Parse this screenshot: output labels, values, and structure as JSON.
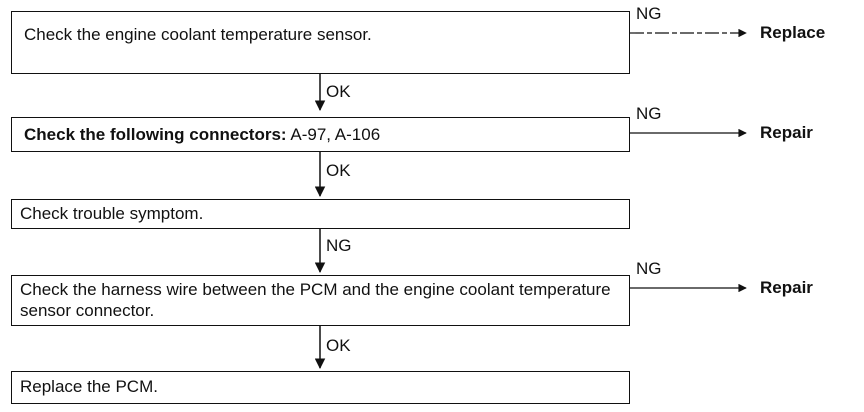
{
  "steps": [
    {
      "text": "Check the engine coolant temperature sensor."
    },
    {
      "text_bold": "Check the following connectors:",
      "text_rest": " A-97, A-106"
    },
    {
      "text": "Check trouble symptom."
    },
    {
      "text": "Check the harness wire between the PCM and the engine coolant temperature sensor connector."
    },
    {
      "text": "Replace the PCM."
    }
  ],
  "down_labels": [
    "OK",
    "OK",
    "NG",
    "OK"
  ],
  "side_branches": [
    {
      "label": "NG",
      "result": "Replace"
    },
    {
      "label": "NG",
      "result": "Repair"
    },
    {
      "label": "NG",
      "result": "Repair"
    }
  ]
}
